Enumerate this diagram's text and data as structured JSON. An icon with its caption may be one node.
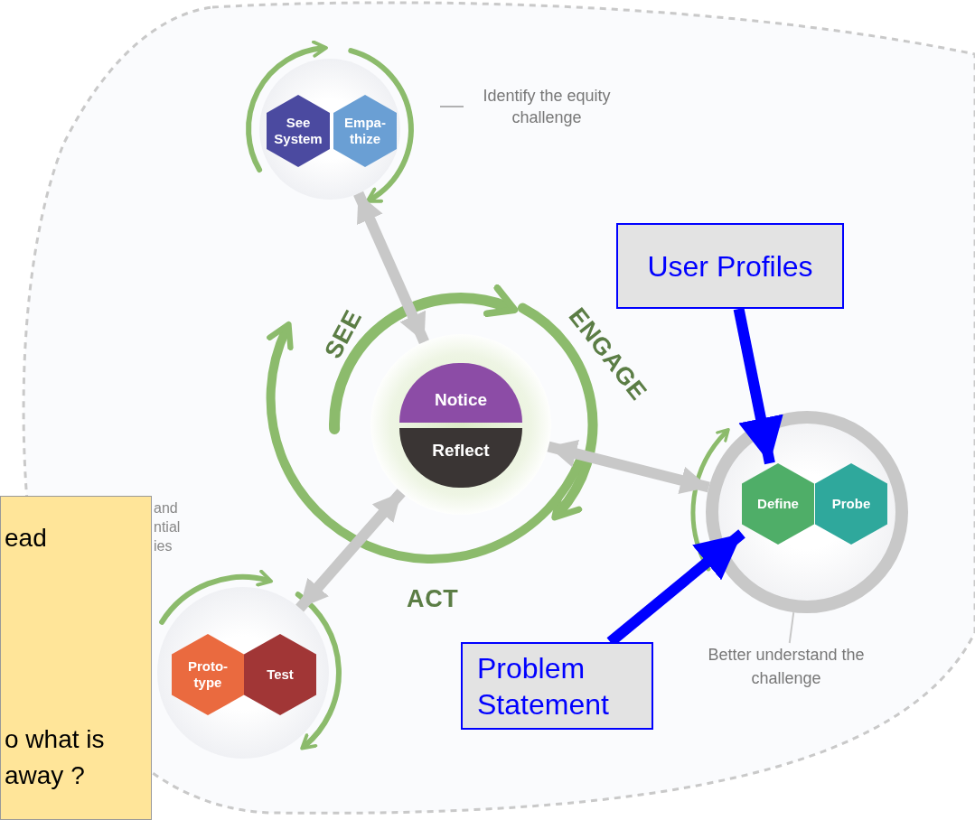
{
  "diagram": {
    "nodes": [
      {
        "text": [],
        "shape": "circle"
      },
      {
        "text": [
          "See System"
        ],
        "in": 0
      },
      {
        "text": [
          "Empa- thize"
        ],
        "in": 0
      },
      {
        "text": [],
        "shape": "circle"
      },
      {
        "text": [
          "Notice"
        ],
        "in": 3
      },
      {
        "text": [
          "Reflect"
        ],
        "in": 3
      },
      {
        "text": [],
        "shape": "circle"
      },
      {
        "text": [
          "Define"
        ],
        "in": 6
      },
      {
        "text": [
          "Probe"
        ],
        "in": 6
      },
      {
        "text": [],
        "shape": "circle"
      },
      {
        "text": [
          "Proto- type"
        ],
        "in": 9
      },
      {
        "text": [
          "Test"
        ],
        "in": 9
      },
      {
        "text": [
          "User Profiles"
        ]
      },
      {
        "text": [
          "Problem Statement"
        ]
      },
      {
        "text": [
          "ead",
          "o what is away ?"
        ]
      },
      {
        "text": [
          "Better understand the challenge"
        ]
      }
    ],
    "edges": [
      {
        "from": 0,
        "to": 3,
        "arrow": "both"
      },
      {
        "from": 3,
        "to": 6,
        "arrow": "both"
      },
      {
        "from": 3,
        "to": 9,
        "arrow": "both"
      },
      {
        "from": 12,
        "to": 7,
        "arrow": "to",
        "color": "#0000ff"
      },
      {
        "from": 13,
        "to": 7,
        "arrow": "to",
        "color": "#0000ff"
      },
      {
        "from": 15,
        "to": 6,
        "arrow": "none"
      }
    ],
    "labels": [
      "Identify the equity challenge",
      "SEE",
      "ENGAGE",
      "and ntial ies",
      "ACT"
    ]
  }
}
